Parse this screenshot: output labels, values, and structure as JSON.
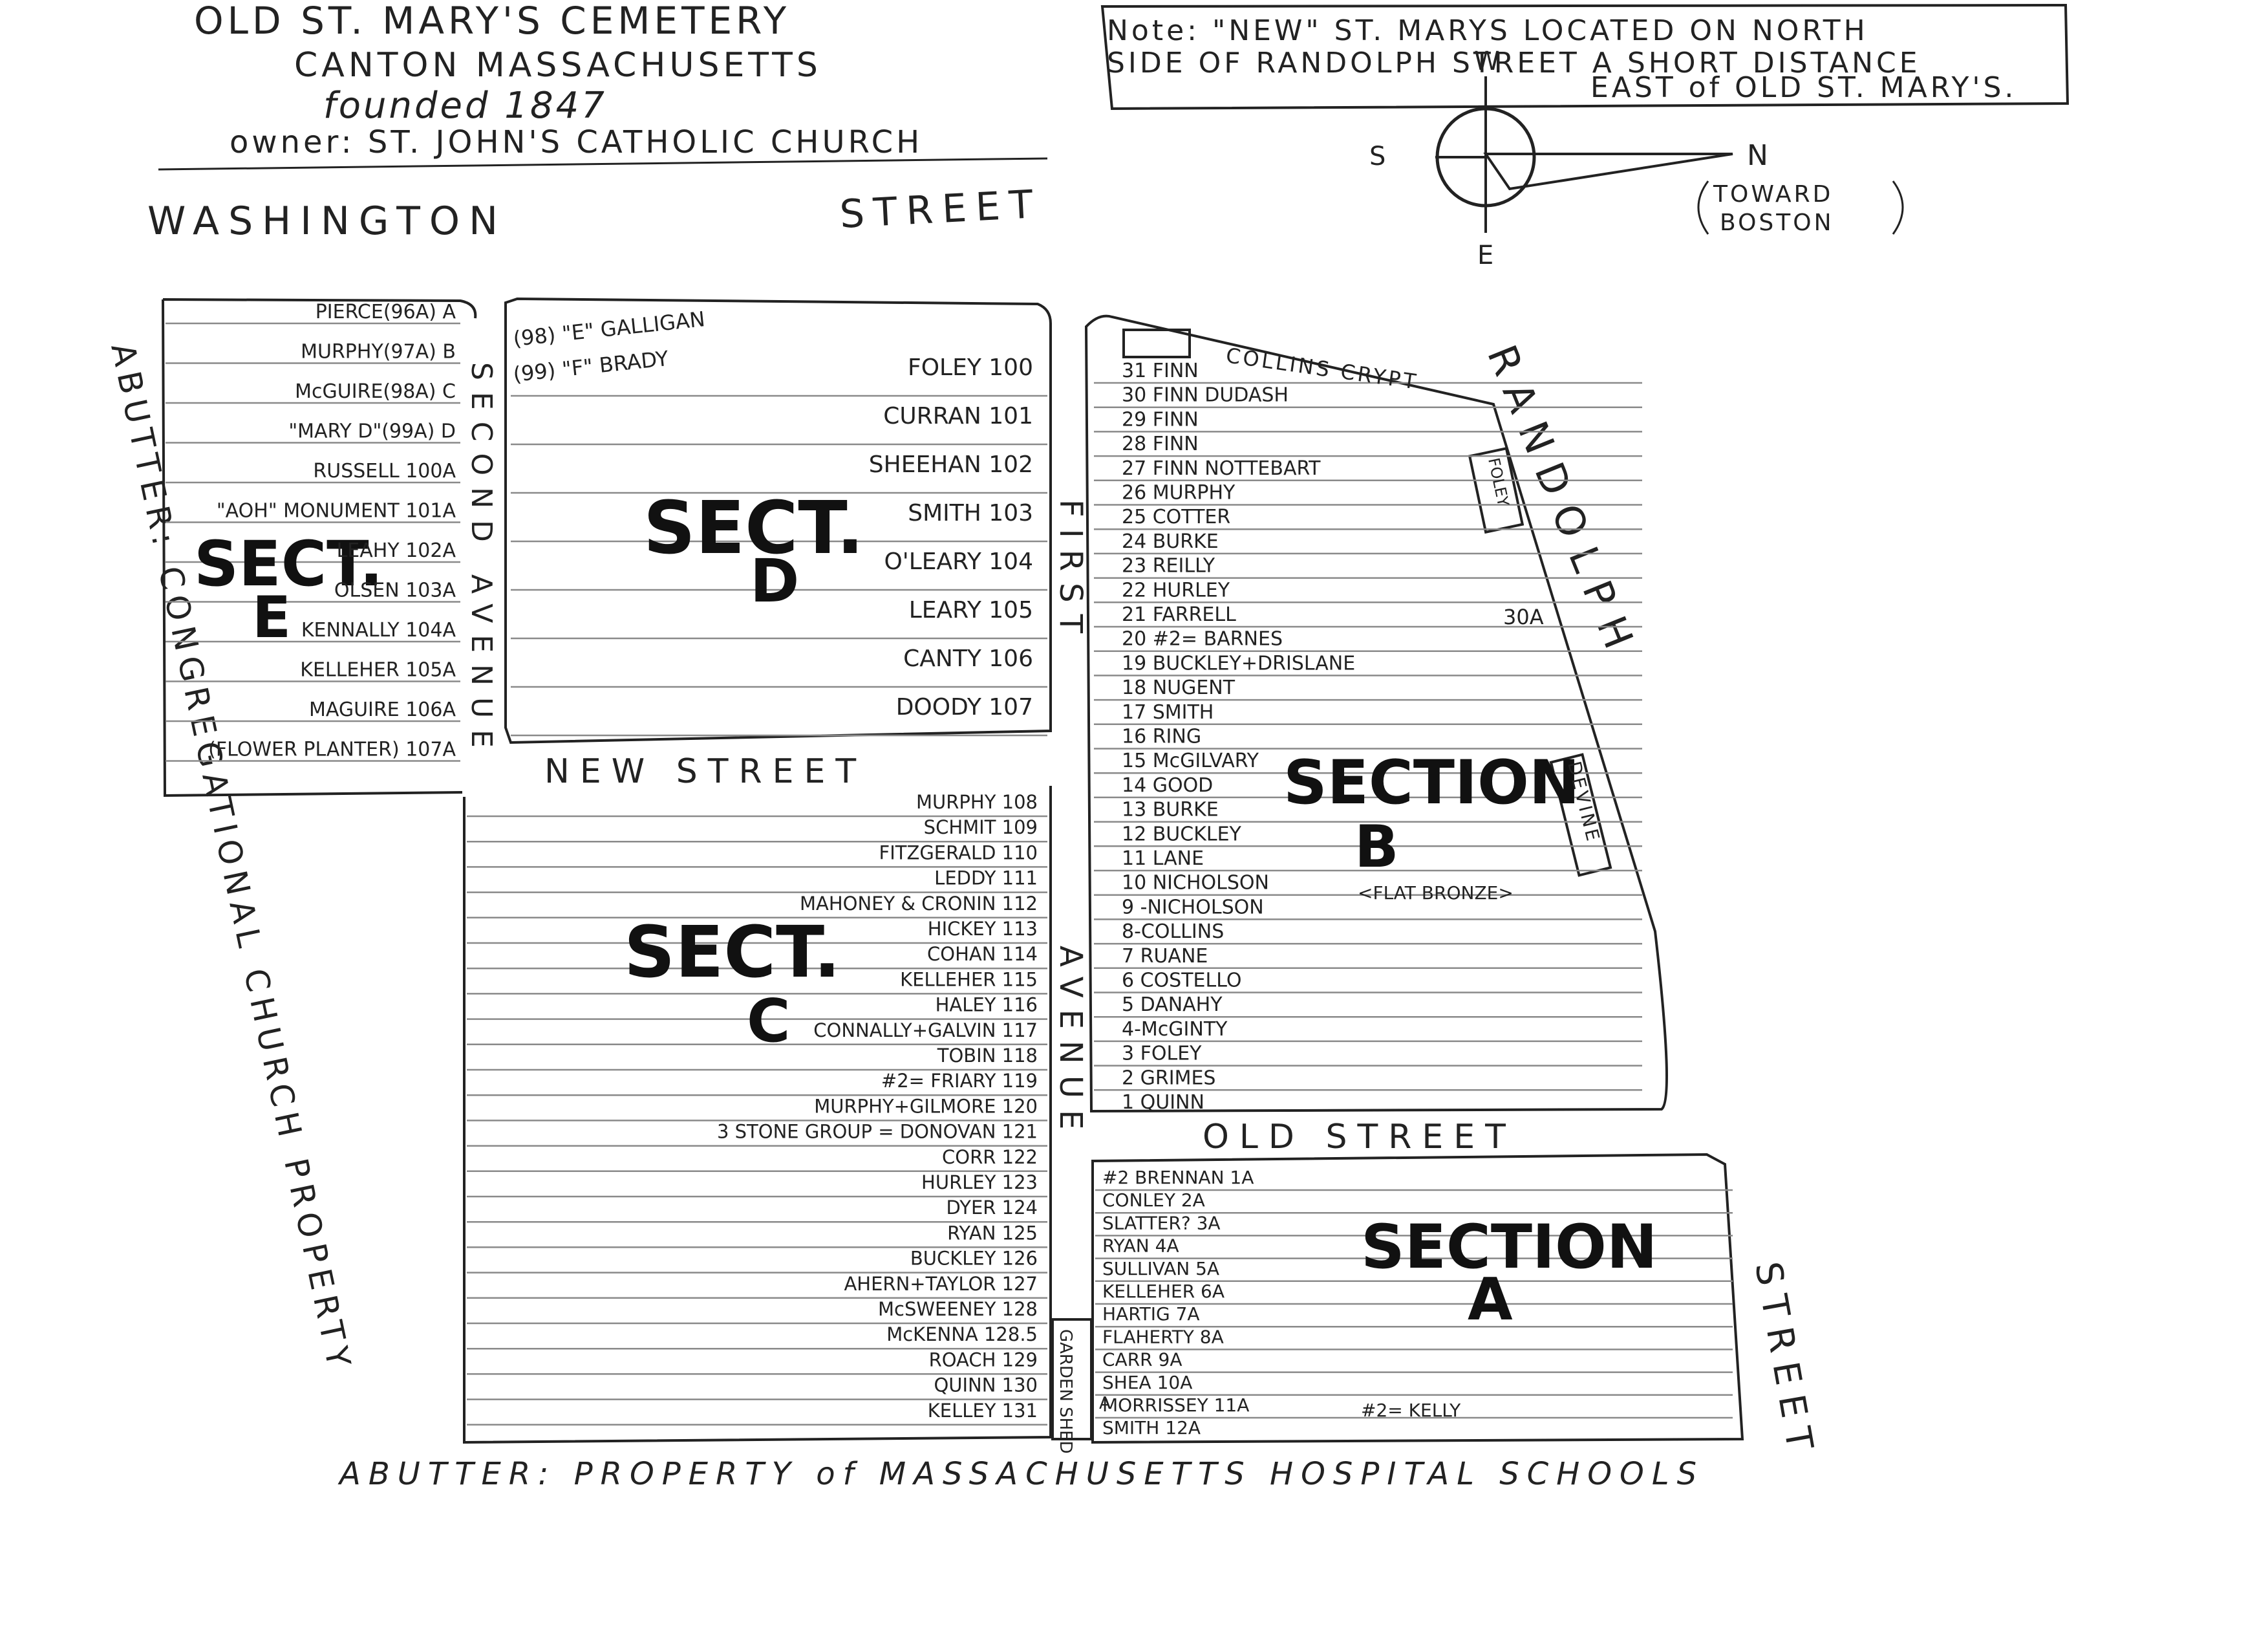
{
  "header": {
    "title1": "OLD ST. MARY'S CEMETERY",
    "title2": "CANTON MASSACHUSETTS",
    "title3": "founded 1847",
    "title4": "owner: ST. JOHN'S CATHOLIC CHURCH"
  },
  "note": {
    "line1": "Note: \"NEW\" ST. MARYS LOCATED ON NORTH",
    "line2": "SIDE OF RANDOLPH STREET A SHORT DISTANCE",
    "line3": "EAST of OLD ST. MARY'S."
  },
  "compass": {
    "w": "W",
    "s": "S",
    "n": "N",
    "e": "E",
    "toward1": "TOWARD",
    "toward2": "BOSTON"
  },
  "streets": {
    "washington": "WASHINGTON",
    "street_top": "STREET",
    "randolph": "RANDOLPH",
    "second_avenue": "SECOND AVENUE",
    "first": "FIRST",
    "avenue": "AVENUE",
    "new_street": "NEW STREET",
    "old_street": "OLD STREET",
    "street_right": "STREET",
    "abutter_left": "ABUTTER: CONGREGATIONAL CHURCH PROPERTY",
    "abutter_bottom": "ABUTTER: PROPERTY of MASSACHUSETTS HOSPITAL SCHOOLS"
  },
  "sections": {
    "e": {
      "name": "SECT.",
      "letter": "E"
    },
    "d": {
      "name": "SECT.",
      "letter": "D"
    },
    "c": {
      "name": "SECT.",
      "letter": "C"
    },
    "b": {
      "name": "SECTION",
      "letter": "B"
    },
    "a": {
      "name": "SECTION",
      "letter": "A"
    }
  },
  "labels": {
    "collins_crypt": "COLLINS CRYPT",
    "foley": "FOLEY",
    "devine": "DEVINE",
    "plot_30a": "30A",
    "flat_bronze": "<FLAT BRONZE>",
    "garden_shed": "GARDEN SHED",
    "a_mark": "A",
    "kelly_note": "#2= KELLY"
  },
  "sect_e_plots": [
    "PIERCE(96A) A",
    "MURPHY(97A) B",
    "McGUIRE(98A) C",
    "\"MARY D\"(99A) D",
    "RUSSELL 100A",
    "\"AOH\" MONUMENT 101A",
    "LEAHY 102A",
    "OLSEN 103A",
    "KENNALLY 104A",
    "KELLEHER 105A",
    "MAGUIRE 106A",
    "(FLOWER PLANTER) 107A"
  ],
  "sect_d_plots": [
    "(98) \"E\" GALLIGAN",
    "(99) \"F\" BRADY",
    "FOLEY 100",
    "CURRAN 101",
    "SHEEHAN 102",
    "SMITH 103",
    "O'LEARY 104",
    "LEARY 105",
    "CANTY 106",
    "DOODY 107"
  ],
  "sect_c_plots": [
    "MURPHY 108",
    "SCHMIT 109",
    "FITZGERALD 110",
    "LEDDY 111",
    "MAHONEY & CRONIN 112",
    "HICKEY 113",
    "COHAN 114",
    "KELLEHER 115",
    "HALEY 116",
    "CONNALLY+GALVIN 117",
    "TOBIN 118",
    "#2= FRIARY 119",
    "MURPHY+GILMORE 120",
    "3 STONE GROUP = DONOVAN 121",
    "CORR 122",
    "HURLEY 123",
    "DYER 124",
    "RYAN 125",
    "BUCKLEY 126",
    "AHERN+TAYLOR 127",
    "McSWEENEY 128",
    "McKENNA 128.5",
    "ROACH 129",
    "QUINN 130",
    "KELLEY 131"
  ],
  "sect_b_plots": [
    "31 FINN",
    "30 FINN DUDASH",
    "29 FINN",
    "28 FINN",
    "27 FINN NOTTEBART",
    "26 MURPHY",
    "25 COTTER",
    "24 BURKE",
    "23 REILLY",
    "22 HURLEY",
    "21 FARRELL",
    "20 #2= BARNES",
    "19 BUCKLEY+DRISLANE",
    "18 NUGENT",
    "17 SMITH",
    "16 RING",
    "15 McGILVARY",
    "14 GOOD",
    "13 BURKE",
    "12 BUCKLEY",
    "11 LANE",
    "10 NICHOLSON",
    "9 -NICHOLSON",
    "8-COLLINS",
    "7 RUANE",
    "6 COSTELLO",
    "5 DANAHY",
    "4-McGINTY",
    "3 FOLEY",
    "2 GRIMES",
    "1 QUINN"
  ],
  "sect_a_plots": [
    "#2 BRENNAN 1A",
    "CONLEY 2A",
    "SLATTER? 3A",
    "RYAN 4A",
    "SULLIVAN 5A",
    "KELLEHER 6A",
    "HARTIG 7A",
    "FLAHERTY 8A",
    "CARR 9A",
    "SHEA 10A",
    "MORRISSEY 11A",
    "SMITH 12A"
  ],
  "colors": {
    "ink": "#222222",
    "paper": "#ffffff",
    "grid": "#8a8a8a"
  }
}
